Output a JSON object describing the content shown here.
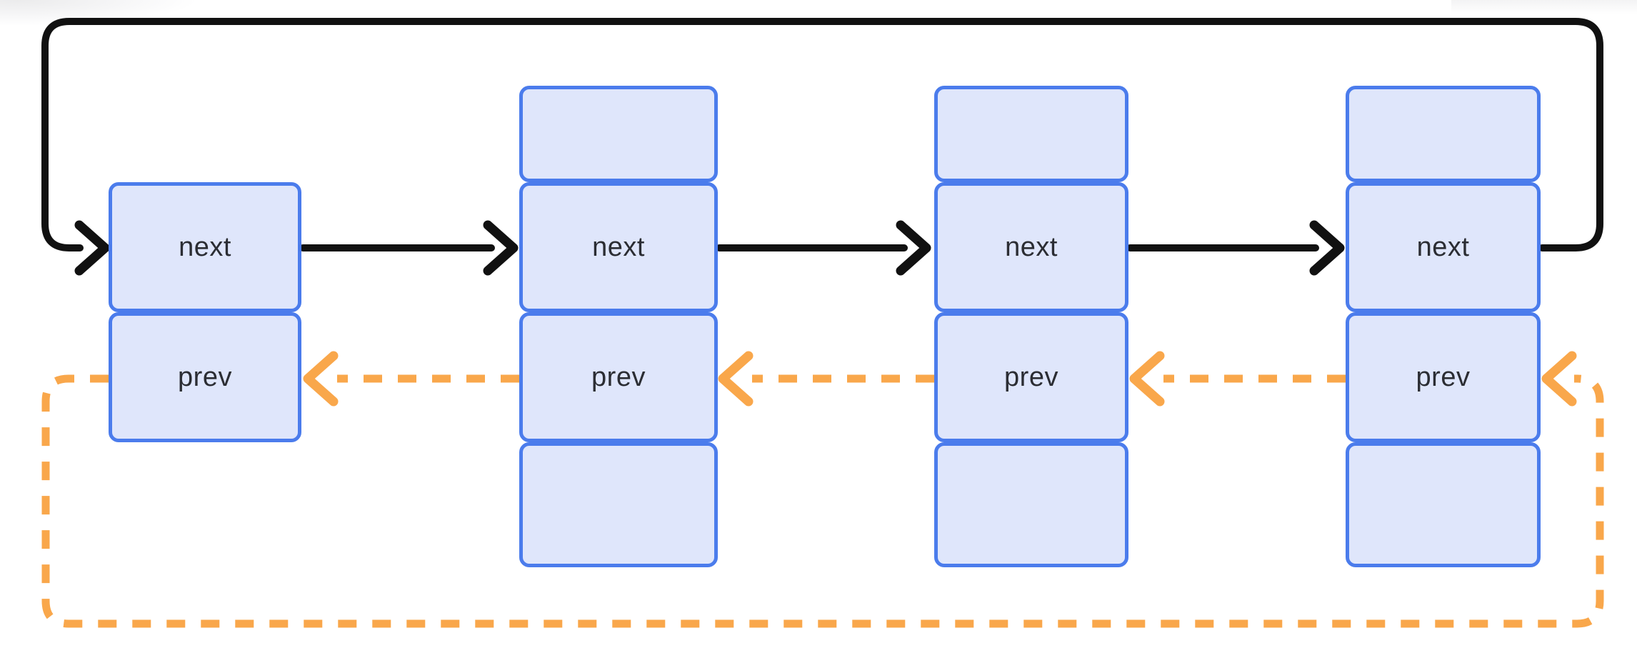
{
  "diagram": {
    "type": "circular-doubly-linked-list",
    "node_count": 4
  },
  "colors": {
    "canvas_bg": "#ffffff",
    "node_border": "#4b7cec",
    "node_fill": "#dfe6fb",
    "next_arrow": "#111111",
    "prev_arrow": "#f9a74b",
    "label_text": "#2b2d33"
  },
  "nodes": [
    {
      "name": "node-1",
      "cells": [
        {
          "type": "pointer",
          "label": "next"
        },
        {
          "type": "pointer",
          "label": "prev"
        }
      ]
    },
    {
      "name": "node-2",
      "cells": [
        {
          "type": "data",
          "label": ""
        },
        {
          "type": "pointer",
          "label": "next"
        },
        {
          "type": "pointer",
          "label": "prev"
        },
        {
          "type": "data",
          "label": ""
        }
      ]
    },
    {
      "name": "node-3",
      "cells": [
        {
          "type": "data",
          "label": ""
        },
        {
          "type": "pointer",
          "label": "next"
        },
        {
          "type": "pointer",
          "label": "prev"
        },
        {
          "type": "data",
          "label": ""
        }
      ]
    },
    {
      "name": "node-4",
      "cells": [
        {
          "type": "data",
          "label": ""
        },
        {
          "type": "pointer",
          "label": "next"
        },
        {
          "type": "pointer",
          "label": "prev"
        },
        {
          "type": "data",
          "label": ""
        }
      ]
    }
  ],
  "edges": [
    {
      "pointer": "next",
      "from": "node-1",
      "to": "node-2",
      "style": "solid",
      "color": "#111111",
      "route": "straight"
    },
    {
      "pointer": "next",
      "from": "node-2",
      "to": "node-3",
      "style": "solid",
      "color": "#111111",
      "route": "straight"
    },
    {
      "pointer": "next",
      "from": "node-3",
      "to": "node-4",
      "style": "solid",
      "color": "#111111",
      "route": "straight"
    },
    {
      "pointer": "next",
      "from": "node-4",
      "to": "node-1",
      "style": "solid",
      "color": "#111111",
      "route": "top-loop"
    },
    {
      "pointer": "prev",
      "from": "node-2",
      "to": "node-1",
      "style": "dashed",
      "color": "#f9a74b",
      "route": "straight"
    },
    {
      "pointer": "prev",
      "from": "node-3",
      "to": "node-2",
      "style": "dashed",
      "color": "#f9a74b",
      "route": "straight"
    },
    {
      "pointer": "prev",
      "from": "node-4",
      "to": "node-3",
      "style": "dashed",
      "color": "#f9a74b",
      "route": "straight"
    },
    {
      "pointer": "prev",
      "from": "node-1",
      "to": "node-4",
      "style": "dashed",
      "color": "#f9a74b",
      "route": "bottom-loop"
    }
  ]
}
